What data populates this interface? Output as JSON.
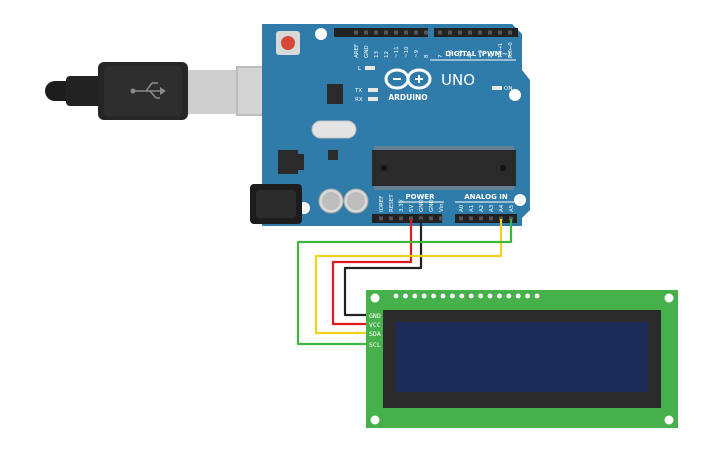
{
  "board": {
    "brand": "ARDUINO",
    "model": "UNO",
    "on_label": "ON",
    "l_label": "L",
    "tx_label": "TX",
    "rx_label": "RX",
    "digital_header": "DIGITAL (PWM~)",
    "power_header": "POWER",
    "analog_header": "ANALOG IN",
    "digital_pins": [
      "AREF",
      "GND",
      "13",
      "12",
      "~11",
      "~10",
      "~9",
      "8",
      "7",
      "~6",
      "~5",
      "4",
      "~3",
      "2",
      "TX→1",
      "RX←0"
    ],
    "power_pins": [
      "IOREF",
      "RESET",
      "3.3V",
      "5V",
      "GND",
      "GND",
      "Vin"
    ],
    "analog_pins": [
      "A0",
      "A1",
      "A2",
      "A3",
      "A4",
      "A5"
    ]
  },
  "lcd": {
    "pins": [
      "GND",
      "VCC",
      "SDA",
      "SCL"
    ]
  },
  "wires": [
    {
      "from": "5V",
      "to": "VCC",
      "color": "#e01b1b"
    },
    {
      "from": "GND",
      "to": "GND",
      "color": "#222222"
    },
    {
      "from": "A4",
      "to": "SDA",
      "color": "#f2d21a"
    },
    {
      "from": "A5",
      "to": "SCL",
      "color": "#3cb93c"
    }
  ],
  "colors": {
    "board": "#2f7cab",
    "board_dark": "#1f5f88",
    "lcd_pcb": "#46b14a",
    "lcd_screen": "#1d2b59",
    "lcd_bezel": "#2b2b2b"
  }
}
